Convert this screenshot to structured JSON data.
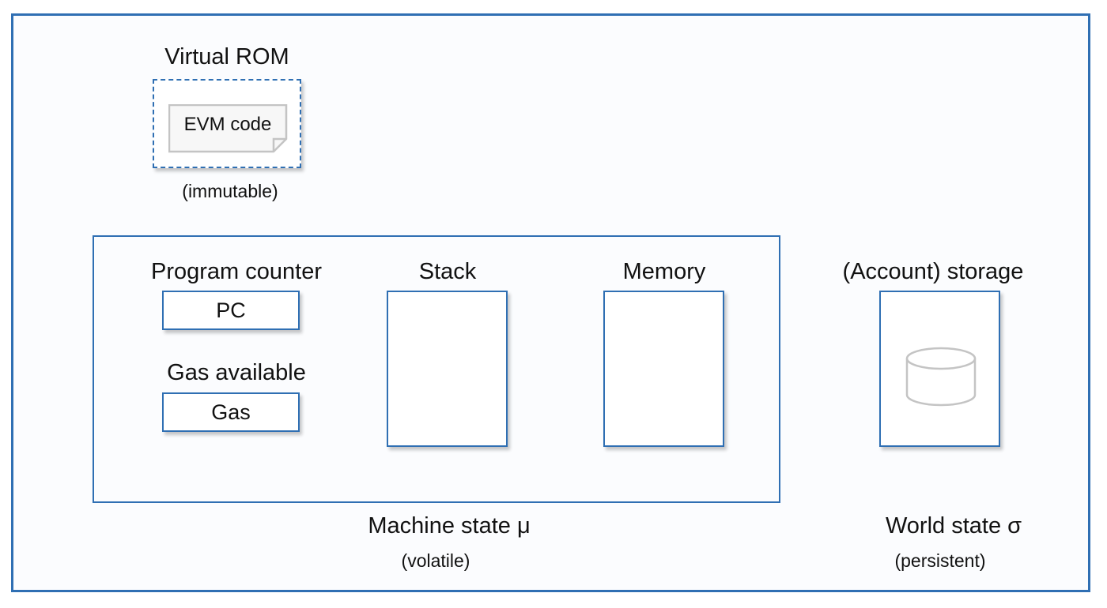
{
  "rom": {
    "title": "Virtual ROM",
    "code_label": "EVM code",
    "note": "(immutable)"
  },
  "machine": {
    "pc_title": "Program counter",
    "pc_value": "PC",
    "gas_title": "Gas available",
    "gas_value": "Gas",
    "stack_title": "Stack",
    "memory_title": "Memory",
    "caption": "Machine state  μ",
    "note": "(volatile)"
  },
  "world": {
    "storage_title": "(Account) storage",
    "caption": "World state  σ",
    "note": "(persistent)"
  },
  "colors": {
    "frame": "#2f6fb3",
    "icon_gray": "#c4c4c4"
  },
  "icons": {
    "code": "document-icon",
    "storage": "database-icon"
  }
}
